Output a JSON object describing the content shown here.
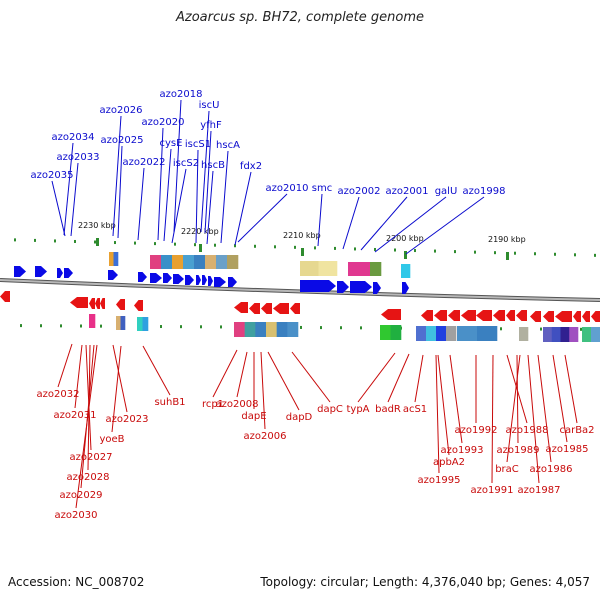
{
  "title": "Azoarcus sp. BH72, complete genome",
  "footer": {
    "accession": "Accession: NC_008702",
    "summary": "Topology: circular; Length: 4,376,040 bp; Genes: 4,057"
  },
  "colors": {
    "forward": "#0a0ae6",
    "reverse": "#e61414",
    "label_forward": "#0a0acd",
    "label_reverse": "#c80a0a",
    "tick": "#2e8b2e",
    "backbone": "#8a8a8a"
  },
  "ruler": [
    "2230 kbp",
    "2220 kbp",
    "2210 kbp",
    "2200 kbp",
    "2190 kbp"
  ],
  "forward_labels": [
    "azo2018",
    "iscU",
    "azo2026",
    "yfhF",
    "azo2020",
    "azo2025",
    "cysE",
    "iscS1",
    "hscA",
    "azo2034",
    "iscS2",
    "hscB",
    "azo2033",
    "azo2022",
    "fdx2",
    "azo2035",
    "azo2010",
    "smc",
    "azo2002",
    "azo2001",
    "galU",
    "azo1998"
  ],
  "reverse_labels": [
    "azo2032",
    "azo2031",
    "azo2023",
    "suhB1",
    "rcp1",
    "azo2008",
    "dapE",
    "dapD",
    "dapC",
    "typA",
    "badR",
    "acS1",
    "azo2006",
    "yoeB",
    "azo2027",
    "azo2028",
    "azo2029",
    "azo2030",
    "azo1992",
    "azo1993",
    "apbA2",
    "azo1995",
    "azo1988",
    "azo1989",
    "braC",
    "azo1991",
    "azo1987",
    "azo1986",
    "azo1985",
    "carBa2"
  ]
}
